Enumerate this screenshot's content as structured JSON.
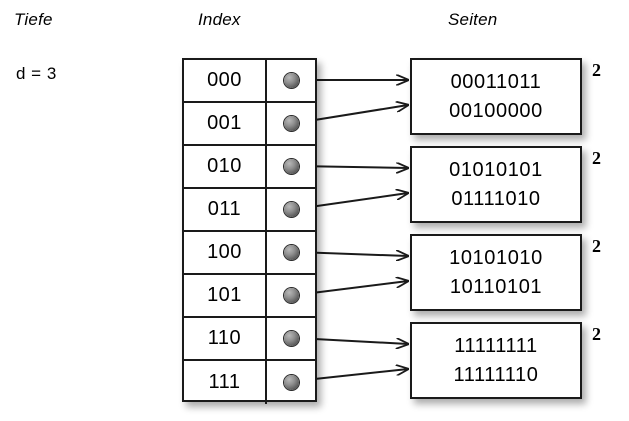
{
  "headings": {
    "depth": "Tiefe",
    "index": "Index",
    "pages": "Seiten"
  },
  "global_depth": {
    "label": "d = 3"
  },
  "index_table": {
    "rows": [
      {
        "key": "000",
        "pointer": "pointer-dot",
        "target_page": 0
      },
      {
        "key": "001",
        "pointer": "pointer-dot",
        "target_page": 0
      },
      {
        "key": "010",
        "pointer": "pointer-dot",
        "target_page": 1
      },
      {
        "key": "011",
        "pointer": "pointer-dot",
        "target_page": 1
      },
      {
        "key": "100",
        "pointer": "pointer-dot",
        "target_page": 2
      },
      {
        "key": "101",
        "pointer": "pointer-dot",
        "target_page": 2
      },
      {
        "key": "110",
        "pointer": "pointer-dot",
        "target_page": 3
      },
      {
        "key": "111",
        "pointer": "pointer-dot",
        "target_page": 3
      }
    ]
  },
  "pages": [
    {
      "lines": [
        "00011011",
        "00100000"
      ],
      "local_depth": "2"
    },
    {
      "lines": [
        "01010101",
        "01111010"
      ],
      "local_depth": "2"
    },
    {
      "lines": [
        "10101010",
        "10110101"
      ],
      "local_depth": "2"
    },
    {
      "lines": [
        "11111111",
        "11111110"
      ],
      "local_depth": "2"
    }
  ],
  "colors": {
    "stroke": "#1a1a1a",
    "background": "#ffffff",
    "dot": "#8f8f8f"
  }
}
